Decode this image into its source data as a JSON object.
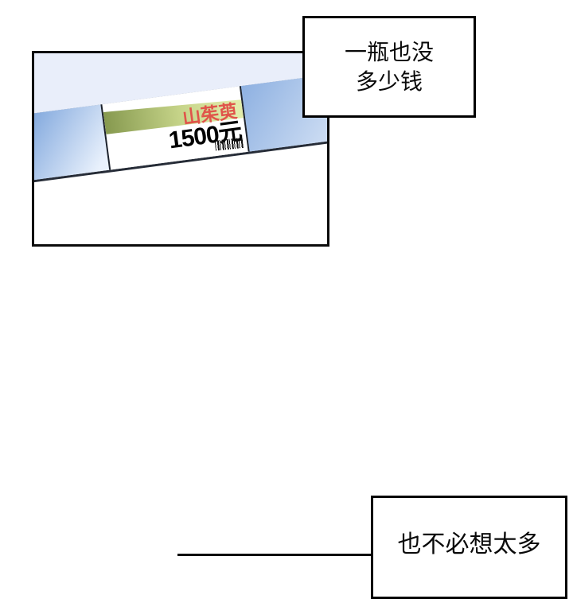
{
  "panel": {
    "background_top_color": "#e9eefa",
    "shelf": {
      "blue_gradient_from": "#76a0da",
      "blue_gradient_to": "#e9f1fc",
      "tag": {
        "product_name": "山茱萸",
        "product_name_color": "#e0544a",
        "band_gradient_from": "#86994f",
        "band_gradient_to": "#e2ecab",
        "price": "1500元"
      }
    }
  },
  "bubble_top": {
    "line1": "一瓶也没",
    "line2": "多少钱"
  },
  "bubble_bottom": {
    "text": "也不必想太多"
  }
}
